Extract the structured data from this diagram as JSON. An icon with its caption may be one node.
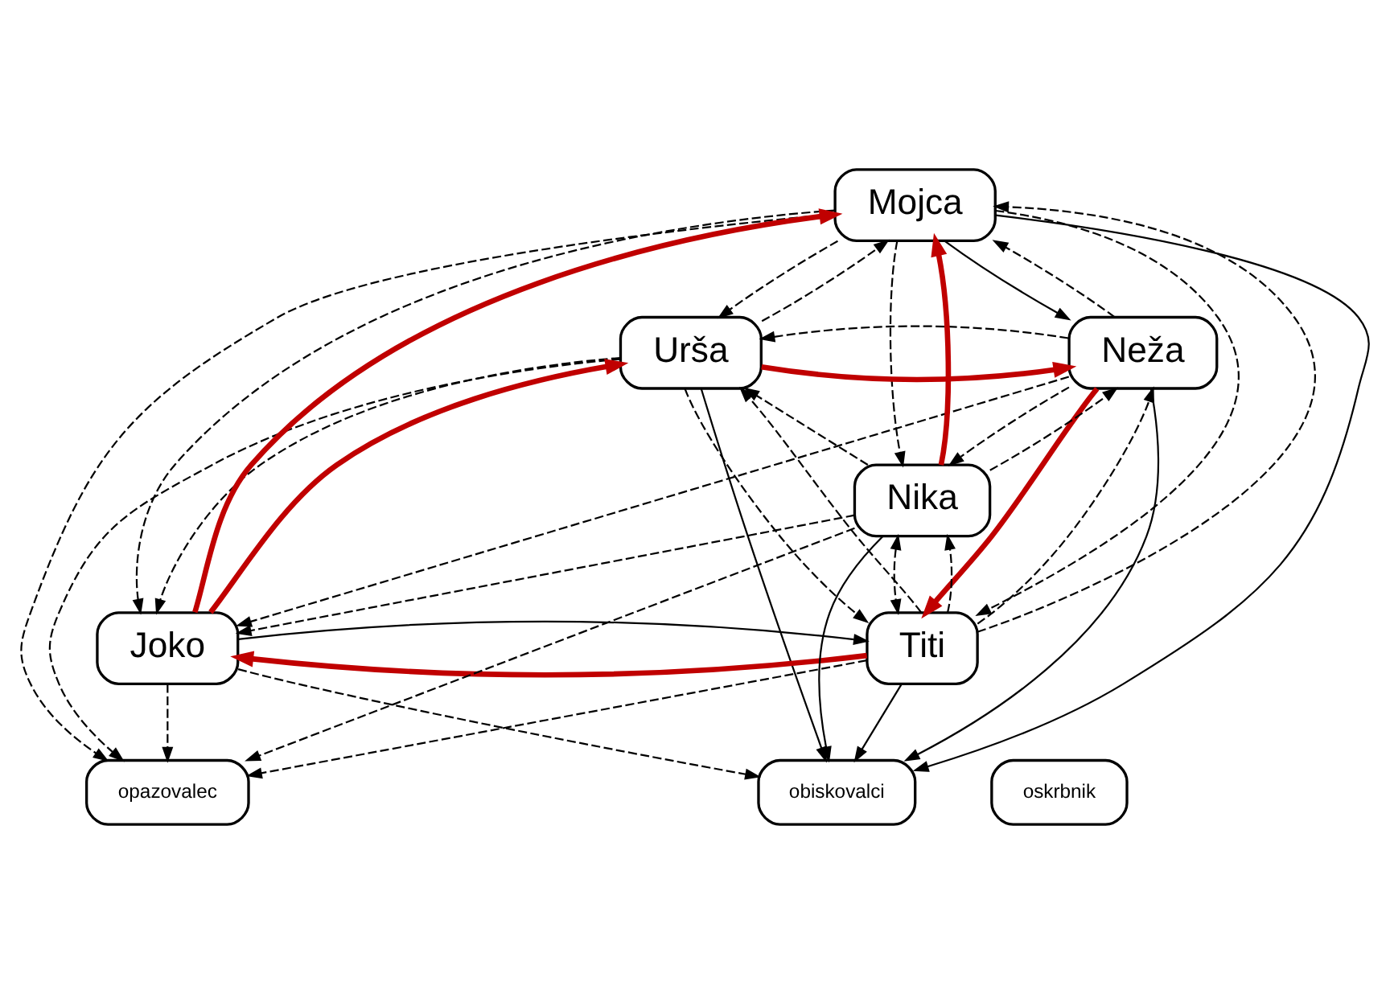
{
  "diagram": {
    "nodes": [
      {
        "text": [
          "Mojca"
        ]
      },
      {
        "text": [
          "Urša"
        ]
      },
      {
        "text": [
          "Neža"
        ]
      },
      {
        "text": [
          "Joko"
        ]
      },
      {
        "text": [
          "Titi"
        ]
      },
      {
        "text": [
          "Nika"
        ]
      },
      {
        "text": [
          "obiskovalci"
        ]
      },
      {
        "text": [
          "oskrbnik"
        ]
      },
      {
        "text": [
          "opazovalec"
        ]
      }
    ],
    "edges": [
      {
        "from": 1,
        "to": 2,
        "arrow": "to",
        "style": "thick",
        "color": "#c00000"
      },
      {
        "from": 3,
        "to": 1,
        "arrow": "to",
        "style": "thick",
        "color": "#c00000"
      },
      {
        "from": 3,
        "to": 0,
        "arrow": "to",
        "style": "thick",
        "color": "#c00000"
      },
      {
        "from": 5,
        "to": 0,
        "arrow": "to",
        "style": "thick",
        "color": "#c00000"
      },
      {
        "from": 2,
        "to": 4,
        "arrow": "to",
        "style": "thick",
        "color": "#c00000"
      },
      {
        "from": 4,
        "to": 3,
        "arrow": "to",
        "style": "thick",
        "color": "#c00000"
      },
      {
        "from": 0,
        "to": 2,
        "arrow": "to"
      },
      {
        "from": 0,
        "to": 6,
        "arrow": "to"
      },
      {
        "from": 1,
        "to": 6,
        "arrow": "to"
      },
      {
        "from": 3,
        "to": 4,
        "arrow": "to"
      },
      {
        "from": 5,
        "to": 6,
        "arrow": "to"
      },
      {
        "from": 2,
        "to": 6,
        "arrow": "to"
      },
      {
        "from": 4,
        "to": 6,
        "arrow": "to"
      },
      {
        "from": 1,
        "to": 0,
        "arrow": "to",
        "style": "dashed"
      },
      {
        "from": 0,
        "to": 1,
        "arrow": "to",
        "style": "dashed"
      },
      {
        "from": 2,
        "to": 1,
        "arrow": "to",
        "style": "dashed"
      },
      {
        "from": 2,
        "to": 0,
        "arrow": "to",
        "style": "dashed"
      },
      {
        "from": 1,
        "to": 3,
        "arrow": "to",
        "style": "dashed"
      },
      {
        "from": 1,
        "to": 4,
        "arrow": "to",
        "style": "dashed"
      },
      {
        "from": 4,
        "to": 1,
        "arrow": "to",
        "style": "dashed"
      },
      {
        "from": 5,
        "to": 1,
        "arrow": "to",
        "style": "dashed"
      },
      {
        "from": 0,
        "to": 3,
        "arrow": "to",
        "style": "dashed"
      },
      {
        "from": 2,
        "to": 3,
        "arrow": "to",
        "style": "dashed"
      },
      {
        "from": 0,
        "to": 5,
        "arrow": "to",
        "style": "dashed"
      },
      {
        "from": 0,
        "to": 4,
        "arrow": "to",
        "style": "dashed"
      },
      {
        "from": 4,
        "to": 0,
        "arrow": "to",
        "style": "dashed"
      },
      {
        "from": 5,
        "to": 2,
        "arrow": "to",
        "style": "dashed"
      },
      {
        "from": 2,
        "to": 5,
        "arrow": "to",
        "style": "dashed"
      },
      {
        "from": 4,
        "to": 2,
        "arrow": "to",
        "style": "dashed"
      },
      {
        "from": 5,
        "to": 3,
        "arrow": "to",
        "style": "dashed"
      },
      {
        "from": 3,
        "to": 6,
        "arrow": "to",
        "style": "dashed"
      },
      {
        "from": 5,
        "to": 4,
        "arrow": "both",
        "style": "dashed"
      },
      {
        "from": 4,
        "to": 5,
        "arrow": "to",
        "style": "dashed"
      },
      {
        "from": 5,
        "to": 8,
        "arrow": "to",
        "style": "dashed"
      },
      {
        "from": 4,
        "to": 8,
        "arrow": "to",
        "style": "dashed"
      },
      {
        "from": 0,
        "to": 8,
        "arrow": "to",
        "style": "dashed"
      },
      {
        "from": 1,
        "to": 8,
        "arrow": "to",
        "style": "dashed"
      },
      {
        "from": 3,
        "to": 8,
        "arrow": "to",
        "style": "dashed"
      }
    ]
  }
}
